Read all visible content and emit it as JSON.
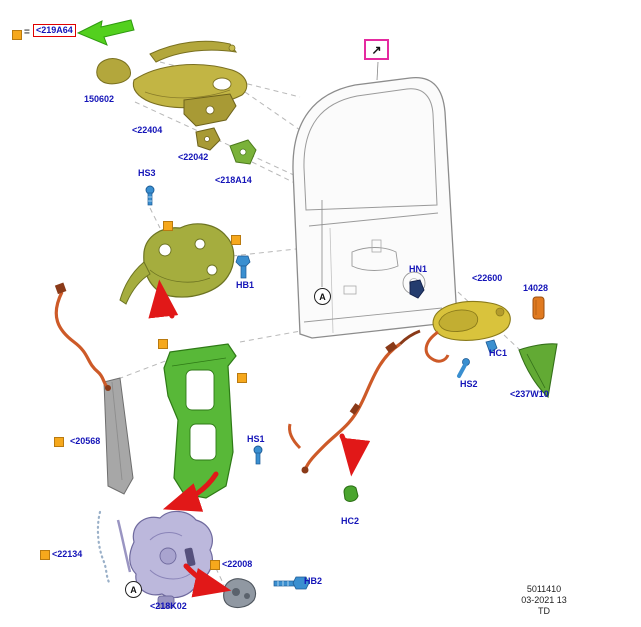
{
  "page": {
    "eq_sign": "=",
    "ref_label": "<219A64",
    "circle_marker": "A"
  },
  "icons": {
    "expand_arrow": "↗"
  },
  "labels": [
    {
      "id": "150602",
      "text": "150602"
    },
    {
      "id": "22404",
      "text": "<22404"
    },
    {
      "id": "22042",
      "text": "<22042"
    },
    {
      "id": "218A14",
      "text": "<218A14"
    },
    {
      "id": "HS3",
      "text": "HS3"
    },
    {
      "id": "HB1",
      "text": "HB1"
    },
    {
      "id": "HN1",
      "text": "HN1"
    },
    {
      "id": "22600",
      "text": "<22600"
    },
    {
      "id": "14028",
      "text": "14028"
    },
    {
      "id": "HC1",
      "text": "HC1"
    },
    {
      "id": "HS2",
      "text": "HS2"
    },
    {
      "id": "237W10",
      "text": "<237W10"
    },
    {
      "id": "20568",
      "text": "<20568"
    },
    {
      "id": "HS1",
      "text": "HS1"
    },
    {
      "id": "HC2",
      "text": "HC2"
    },
    {
      "id": "22134",
      "text": "<22134"
    },
    {
      "id": "22008",
      "text": "<22008"
    },
    {
      "id": "218K02",
      "text": "<218K02"
    },
    {
      "id": "HB2",
      "text": "HB2"
    }
  ],
  "footer": {
    "part_number": "5011410",
    "date_code": "03-2021 13",
    "initials": "TD"
  },
  "colors": {
    "label_blue": "#1414b8",
    "highlight_red": "#e00000",
    "arrow_red": "#e11818",
    "pointer_green": "#53d01e",
    "magenta": "#e52aa0",
    "marker_orange": "#f6a81c"
  }
}
